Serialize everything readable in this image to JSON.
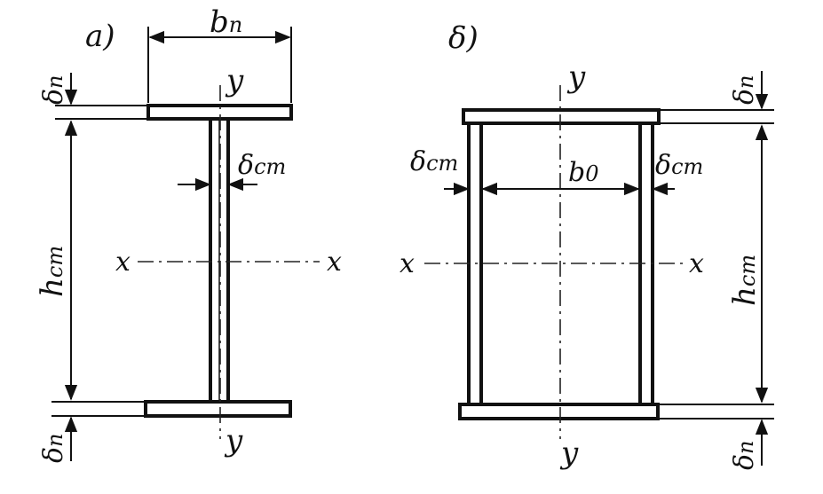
{
  "figure_a": {
    "panel_label": "a)",
    "flange_width": "b",
    "flange_width_sub": "п",
    "flange_thickness_top": "δ",
    "flange_thickness_top_sub": "п",
    "flange_thickness_bottom": "δ",
    "flange_thickness_bottom_sub": "п",
    "web_thickness": "δ",
    "web_thickness_sub": "ст",
    "web_height": "h",
    "web_height_sub": "ст",
    "axis_x_left": "x",
    "axis_x_right": "x",
    "axis_y_top": "y",
    "axis_y_bottom": "y"
  },
  "figure_b": {
    "panel_label": "δ)",
    "flange_thickness_top": "δ",
    "flange_thickness_top_sub": "п",
    "flange_thickness_bottom": "δ",
    "flange_thickness_bottom_sub": "п",
    "web_thickness_left": "δ",
    "web_thickness_left_sub": "ст",
    "web_thickness_right": "δ",
    "web_thickness_right_sub": "ст",
    "inner_width": "b",
    "inner_width_sub": "0",
    "web_height": "h",
    "web_height_sub": "ст",
    "axis_x_left": "x",
    "axis_x_right": "x",
    "axis_y_top": "y",
    "axis_y_bottom": "y"
  }
}
